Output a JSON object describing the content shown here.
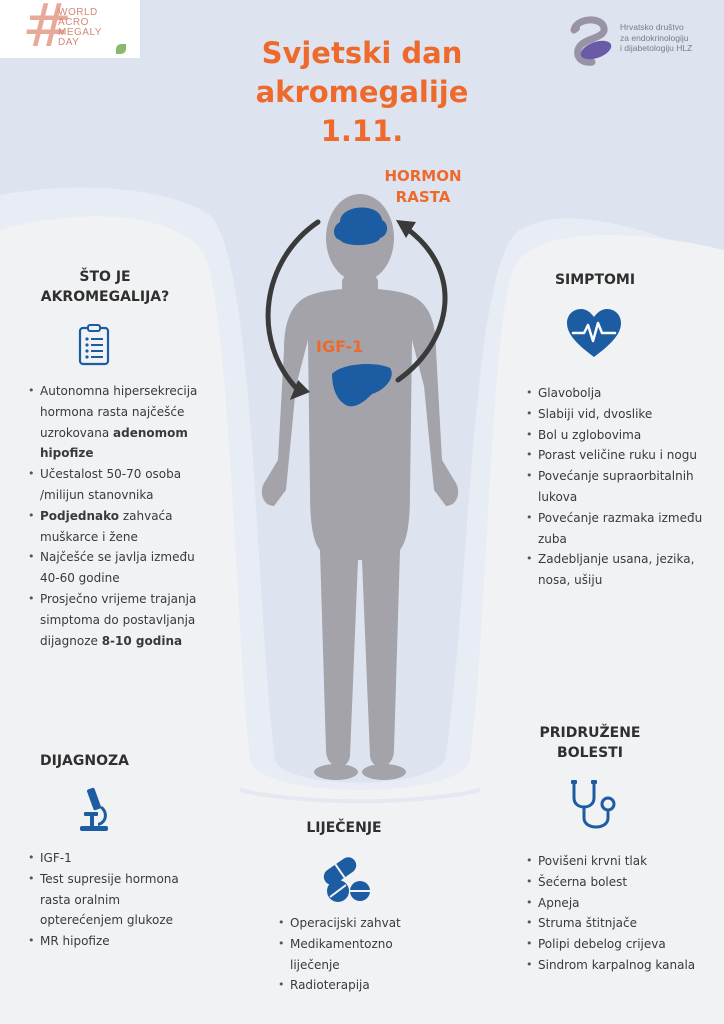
{
  "title": {
    "line1": "Svjetski dan",
    "line2": "akromegalije",
    "line3": "1.11."
  },
  "logo_left": {
    "hash": "#",
    "line1": "WORLD",
    "line2": "ACRO",
    "line3": "MEGALY",
    "line4": "DAY"
  },
  "logo_right": {
    "line1": "Hrvatsko društvo",
    "line2": "za endokrinologiju",
    "line3": "i dijabetologiju HLZ"
  },
  "figure": {
    "hormon_line1": "HORMON",
    "hormon_line2": "RASTA",
    "igf": "IGF-1"
  },
  "sto_je": {
    "heading_line1": "ŠTO JE",
    "heading_line2": "AKROMEGALIJA?",
    "items": [
      {
        "pre": "Autonomna hipersekrecija hormona rasta najčešće uzrokovana ",
        "bold": "adenomom hipofize",
        "post": ""
      },
      {
        "pre": "Učestalost 50-70 osoba /milijun stanovnika",
        "bold": "",
        "post": ""
      },
      {
        "pre": "",
        "bold": "Podjednako",
        "post": " zahvaća muškarce i žene"
      },
      {
        "pre": "Najčešće se javlja između 40-60 godine",
        "bold": "",
        "post": ""
      },
      {
        "pre": "Prosječno vrijeme trajanja simptoma do postavljanja dijagnoze ",
        "bold": "8-10 godina",
        "post": ""
      }
    ]
  },
  "simptomi": {
    "heading": "SIMPTOMI",
    "items": [
      "Glavobolja",
      "Slabiji vid, dvoslike",
      "Bol u zglobovima",
      "Porast veličine ruku i nogu",
      "Povećanje supraorbitalnih lukova",
      "Povećanje razmaka između zuba",
      "Zadebljanje usana, jezika, nosa, ušiju"
    ]
  },
  "dijagnoza": {
    "heading": "DIJAGNOZA",
    "items": [
      "IGF-1",
      "Test supresije hormona rasta oralnim opterećenjem glukoze",
      "MR hipofize"
    ]
  },
  "lijecenje": {
    "heading": "LIJEČENJE",
    "items": [
      "Operacijski zahvat",
      "Medikamentozno liječenje",
      "Radioterapija"
    ]
  },
  "pridruzene": {
    "heading_line1": "PRIDRUŽENE",
    "heading_line2": "BOLESTI",
    "items": [
      "Povišeni krvni tlak",
      "Šećerna bolest",
      "Apneja",
      "Struma štitnjače",
      "Polipi debelog crijeva",
      "Sindrom karpalnog kanala"
    ]
  },
  "colors": {
    "orange": "#ee6a2c",
    "blue": "#1c5ca3",
    "figure": "#a3a3a9",
    "panel": "#f1f2f4",
    "background": "#dde4f0"
  }
}
